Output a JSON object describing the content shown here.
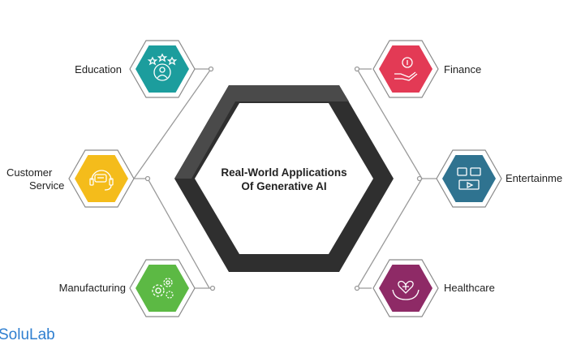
{
  "diagram": {
    "center_title_line1": "Real-World Applications",
    "center_title_line2": "Of Generative AI",
    "items": [
      {
        "id": "education",
        "label": "Education",
        "color": "#1c9d9d",
        "icon": "person-stars-icon"
      },
      {
        "id": "customer-service",
        "label_line1": "Customer",
        "label_line2": "Service",
        "color": "#f4bc1b",
        "icon": "headset-chat-icon"
      },
      {
        "id": "manufacturing",
        "label": "Manufacturing",
        "color": "#5cb944",
        "icon": "gears-icon"
      },
      {
        "id": "finance",
        "label": "Finance",
        "color": "#e33a55",
        "icon": "hand-coin-icon"
      },
      {
        "id": "entertainment",
        "label": "Entertainme",
        "color": "#2f7390",
        "icon": "media-devices-icon"
      },
      {
        "id": "healthcare",
        "label": "Healthcare",
        "color": "#8e2a66",
        "icon": "hand-heart-icon"
      }
    ],
    "colors": {
      "center_dark": "#2f2f2f",
      "center_mid": "#4a4a4a",
      "connector": "#9a9a9a",
      "outline": "#8a8a8a"
    }
  },
  "brand": {
    "name": "SoluLab"
  }
}
